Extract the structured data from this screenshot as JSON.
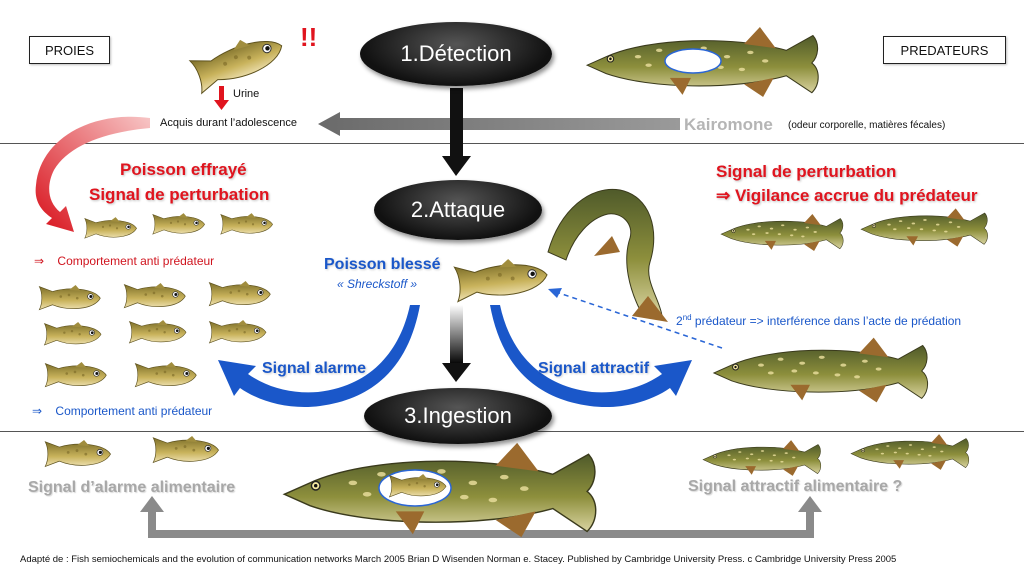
{
  "labels": {
    "prey": "PROIES",
    "predators": "PREDATEURS"
  },
  "steps": {
    "detection": "1.Détection",
    "attack": "2.Attaque",
    "ingestion": "3.Ingestion"
  },
  "top": {
    "exclaim": "!!",
    "urine": "Urine",
    "acquired": "Acquis durant l’adolescence",
    "kairomone": "Kairomone",
    "kairomone_note": "(odeur corporelle, matières fécales)"
  },
  "middle_left": {
    "scared_fish": "Poisson effrayé",
    "disturbance_signal": "Signal de perturbation",
    "anti_predator_1": "Comportement anti prédateur",
    "alarm_signal": "Signal alarme",
    "anti_predator_2": "Comportement anti prédateur",
    "arrow_glyph": "⇒"
  },
  "middle_center": {
    "injured_fish": "Poisson blessé",
    "schreckstoff": "« Shreckstoff »"
  },
  "middle_right": {
    "disturbance_signal": "Signal de perturbation",
    "vigilance": "Vigilance accrue du prédateur",
    "arrow_glyph": "⇒",
    "second_predator_prefix": "2",
    "second_predator_sup": "nd",
    "second_predator_rest": " prédateur => interférence dans l’acte de prédation",
    "attractive_signal": "Signal attractif"
  },
  "bottom": {
    "food_alarm": "Signal d’alarme alimentaire",
    "food_attractive": "Signal attractif alimentaire ?",
    "citation": "Adapté de : Fish semiochemicals and the evolution of communication networks March 2005 Brian D Wisenden Norman e. Stacey.   Published by Cambridge University Press. c Cambridge University Press 2005"
  },
  "colors": {
    "red": "#e0141e",
    "blue": "#1a57c9",
    "gray": "#a8a8a8",
    "ellipse": "#1a1a1a"
  },
  "icons": [
    "small-fish-icon",
    "pike-icon",
    "red-arrow-icon",
    "blue-arrow-icon",
    "gray-arrow-icon"
  ]
}
